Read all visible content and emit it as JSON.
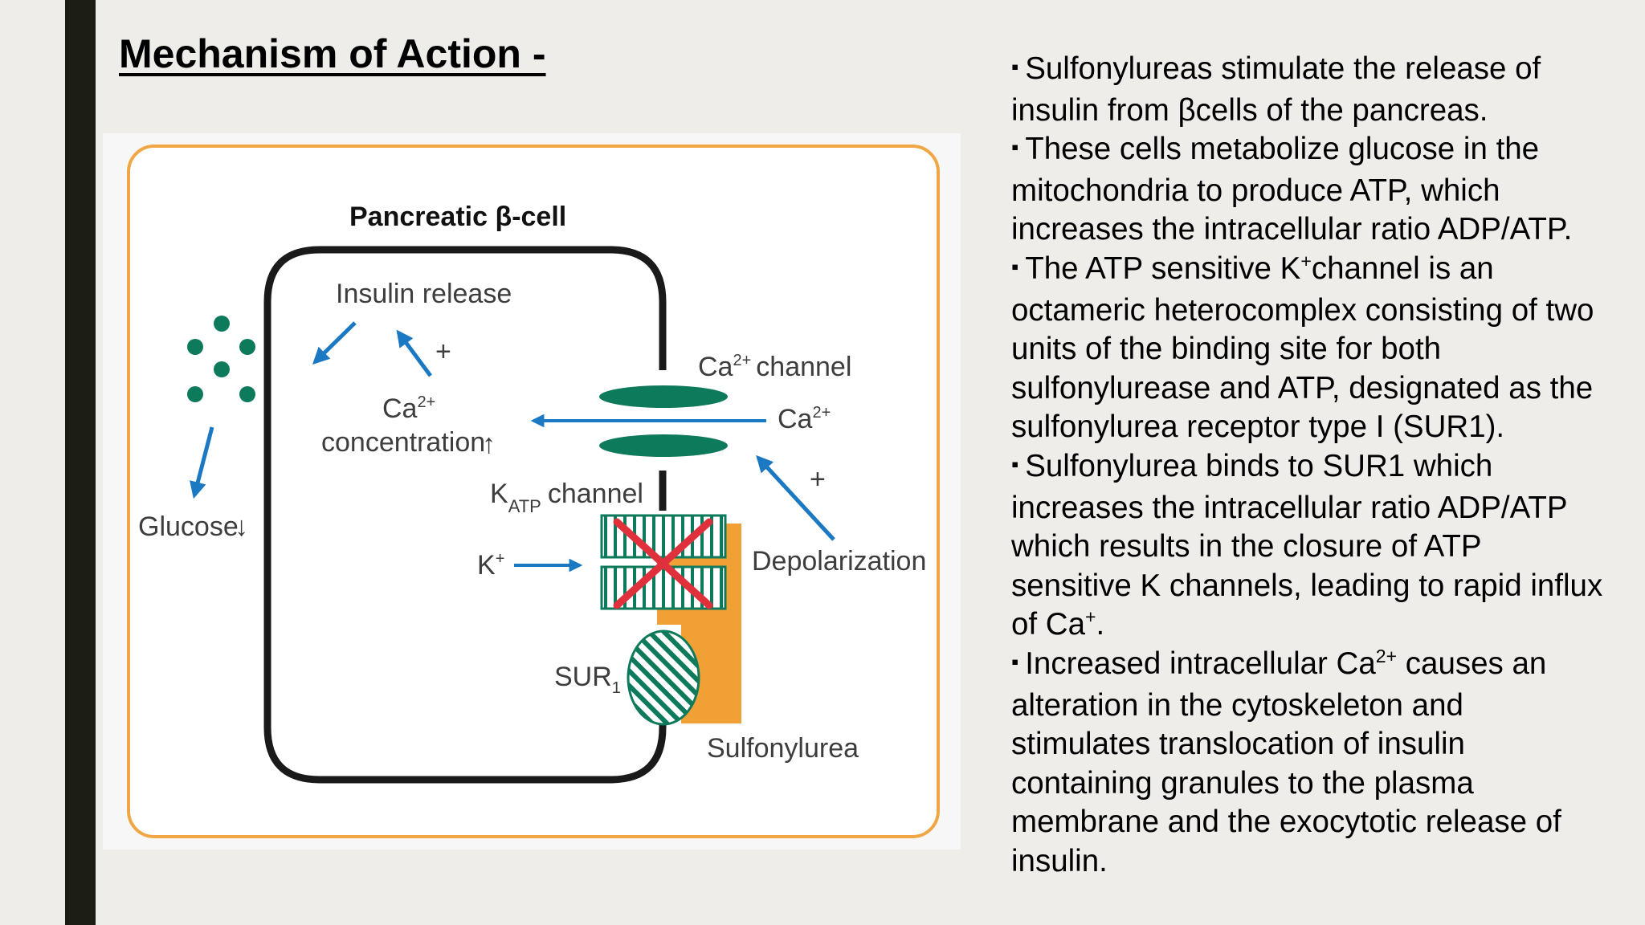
{
  "slide": {
    "title": "Mechanism of Action -"
  },
  "diagram": {
    "cell_title": "Pancreatic β-cell",
    "insulin_release": "Insulin release",
    "plus": "+",
    "ca_label": "Ca",
    "ca_sup": "2+",
    "concentration": "concentration",
    "up_arrow": "↑",
    "glucose": "Glucose",
    "down_arrow": "↓",
    "ca_channel": "channel",
    "katp_k": "K",
    "katp_sub": "ATP",
    "katp_channel": "channel",
    "k_label": "K",
    "k_sup": "+",
    "depolarization": "Depolarization",
    "sur_label": "SUR",
    "sur_sub": "1",
    "sulfonylurea": "Sulfonylurea",
    "colors": {
      "frame": "#f0a645",
      "channel": "#0e7a5c",
      "arrow": "#1b78c2",
      "cross": "#e0303c",
      "drug": "#f0a035",
      "membrane": "#1a1a1a"
    }
  },
  "bullets": [
    {
      "mark": "▪",
      "text": "Sulfonylureas stimulate the release of insulin from βcells of the pancreas."
    },
    {
      "mark": "▪",
      "text": "These cells metabolize glucose in the mitochondria to produce ATP, which increases the intracellular ratio ADP/ATP."
    },
    {
      "mark": "▪",
      "pre": "The ATP sensitive K",
      "sup": "+",
      "post": "channel is an octameric heterocomplex consisting of two units of the binding site for both sulfonylurease and ATP,  designated as the sulfonylurea receptor type I (SUR1)."
    },
    {
      "mark": "▪",
      "pre": "Sulfonylurea binds to SUR1 which increases the intracellular ratio ADP/ATP which results in the closure of ATP sensitive K channels, leading to rapid influx of Ca",
      "sup": "+",
      "post": "."
    },
    {
      "mark": "▪",
      "pre": "Increased intracellular Ca",
      "sup": "2+",
      "post": " causes an alteration in the cytoskeleton and stimulates translocation of insulin containing granules to the plasma membrane and the exocytotic release of insulin."
    }
  ]
}
